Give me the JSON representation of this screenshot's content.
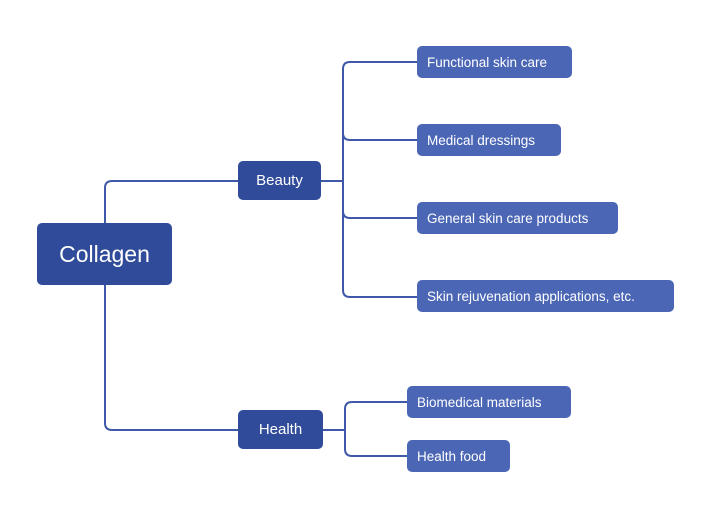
{
  "colors": {
    "connector": "#3f58a8",
    "root_fill": "#2f4b99",
    "branch_fill": "#2f4b99",
    "leaf_fill": "#4b66b5",
    "text": "#ffffff",
    "background": "#ffffff"
  },
  "mind_map": {
    "root": {
      "label": "Collagen"
    },
    "branches": [
      {
        "label": "Beauty",
        "children": [
          {
            "label": "Functional skin care"
          },
          {
            "label": "Medical dressings"
          },
          {
            "label": "General skin care products"
          },
          {
            "label": "Skin rejuvenation applications, etc."
          }
        ]
      },
      {
        "label": "Health",
        "children": [
          {
            "label": "Biomedical materials"
          },
          {
            "label": "Health food"
          }
        ]
      }
    ]
  }
}
